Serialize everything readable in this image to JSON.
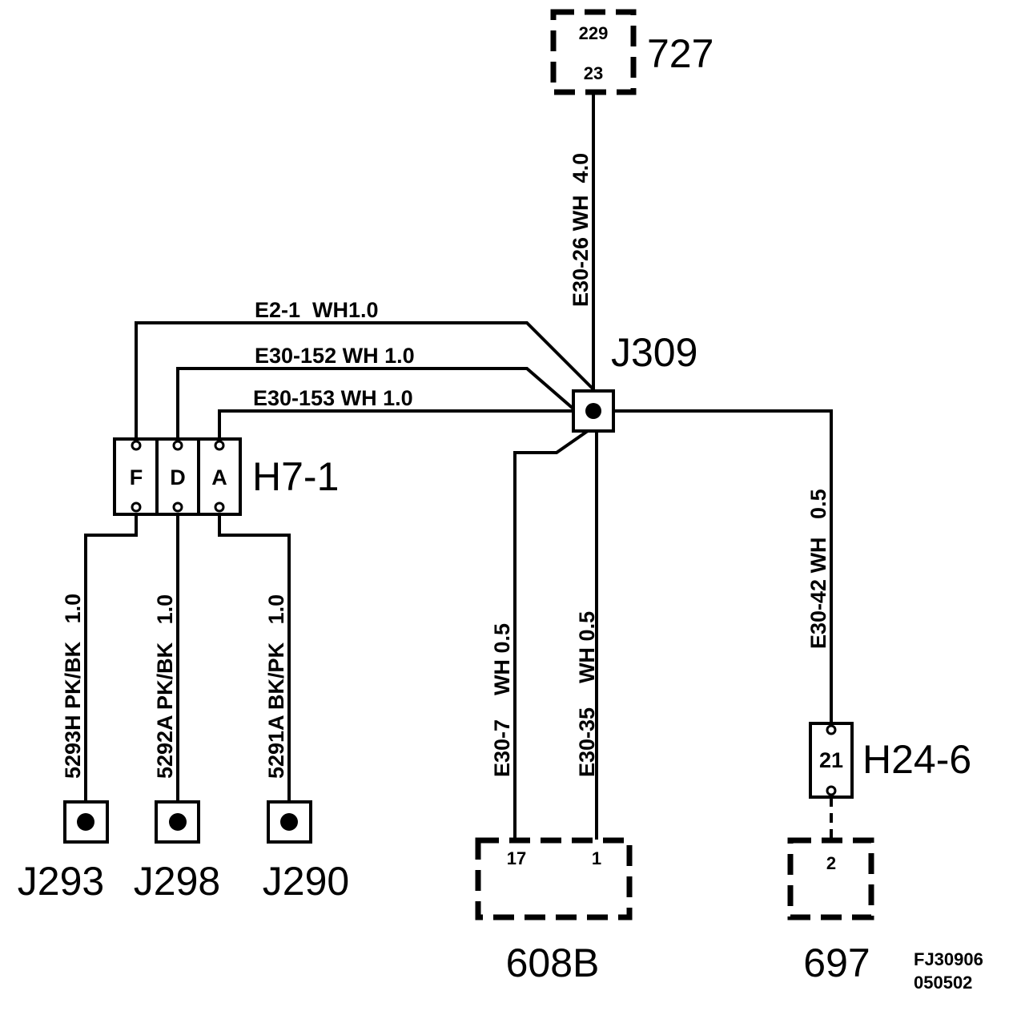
{
  "diagram": {
    "id_line1": "FJ30906",
    "id_line2": "050502"
  },
  "components": {
    "c727": {
      "name": "727",
      "pin_top": "229",
      "pin_bottom": "23"
    },
    "j309": {
      "name": "J309"
    },
    "h7_1": {
      "name": "H7-1",
      "pin_f": "F",
      "pin_d": "D",
      "pin_a": "A"
    },
    "h24_6": {
      "name": "H24-6",
      "pin": "21"
    },
    "c608b": {
      "name": "608B",
      "pin_left": "17",
      "pin_right": "1"
    },
    "c697": {
      "name": "697",
      "pin": "2"
    },
    "j293": {
      "name": "J293"
    },
    "j298": {
      "name": "J298"
    },
    "j290": {
      "name": "J290"
    }
  },
  "wires": {
    "e30_26": "E30-26 WH  4.0",
    "e2_1": "E2-1  WH1.0",
    "e30_152": "E30-152 WH 1.0",
    "e30_153": "E30-153 WH 1.0",
    "w5293h": "5293H PK/BK   1.0",
    "w5292a": "5292A PK/BK   1.0",
    "w5291a": "5291A BK/PK   1.0",
    "e30_7": "E30-7    WH 0.5",
    "e30_35": "E30-35    WH 0.5",
    "e30_42": "E30-42 WH   0.5"
  }
}
